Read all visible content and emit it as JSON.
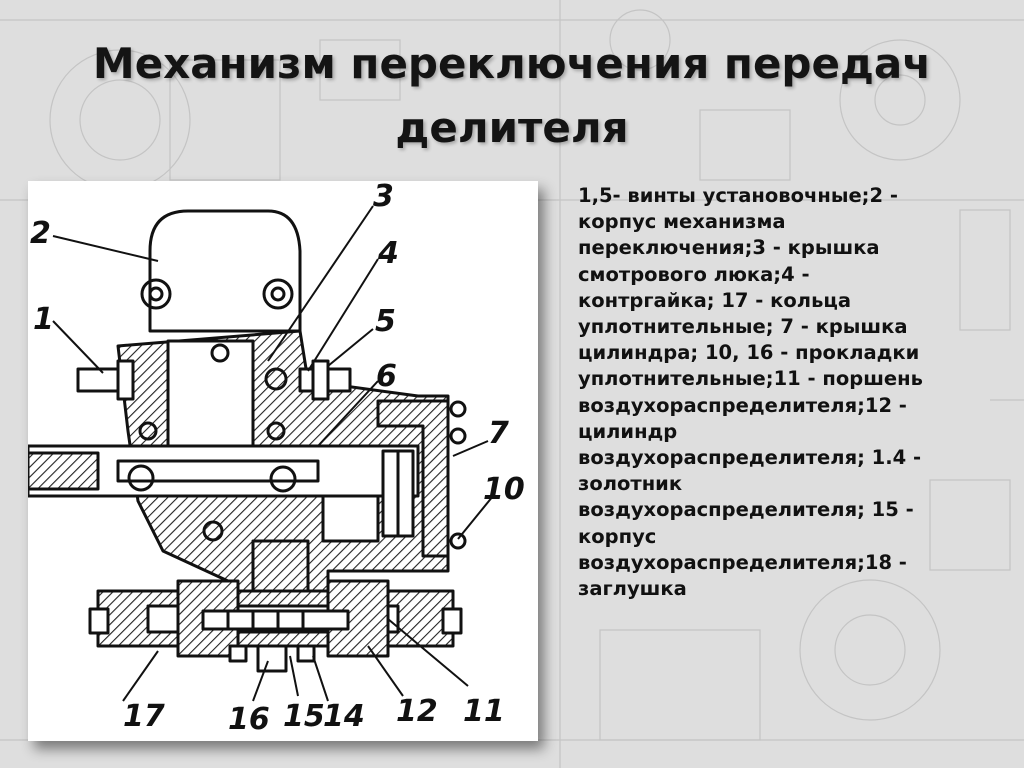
{
  "slide": {
    "title_line1": "Механизм переключения передач",
    "title_line2": "делителя"
  },
  "legend": {
    "lines": [
      "1,5- винты установочные;2 -",
      "корпус механизма",
      "переключения;3  - крышка",
      "смотрового люка;4  -",
      "контргайка; 17 - кольца",
      "уплотнительные; 7 - крышка",
      "цилиндра; 10, 16 - прокладки",
      "уплотнительные;11 - поршень",
      "воздухораспределителя;12    -",
      "цилиндр",
      "воздухораспределителя; 1.4 -",
      "золотник",
      "воздухораспределителя; 15 -",
      "корпус",
      "воздухораспределителя;18 -",
      "заглушка"
    ]
  },
  "figure": {
    "callouts": {
      "c1": "1",
      "c2": "2",
      "c3": "3",
      "c4": "4",
      "c5": "5",
      "c6": "6",
      "c7": "7",
      "c10": "10",
      "c11": "11",
      "c12": "12",
      "c14": "14",
      "c15": "15",
      "c16": "16",
      "c17": "17"
    }
  },
  "colors": {
    "background": "#dedede",
    "ink": "#111111",
    "frame": "#ffffff"
  }
}
